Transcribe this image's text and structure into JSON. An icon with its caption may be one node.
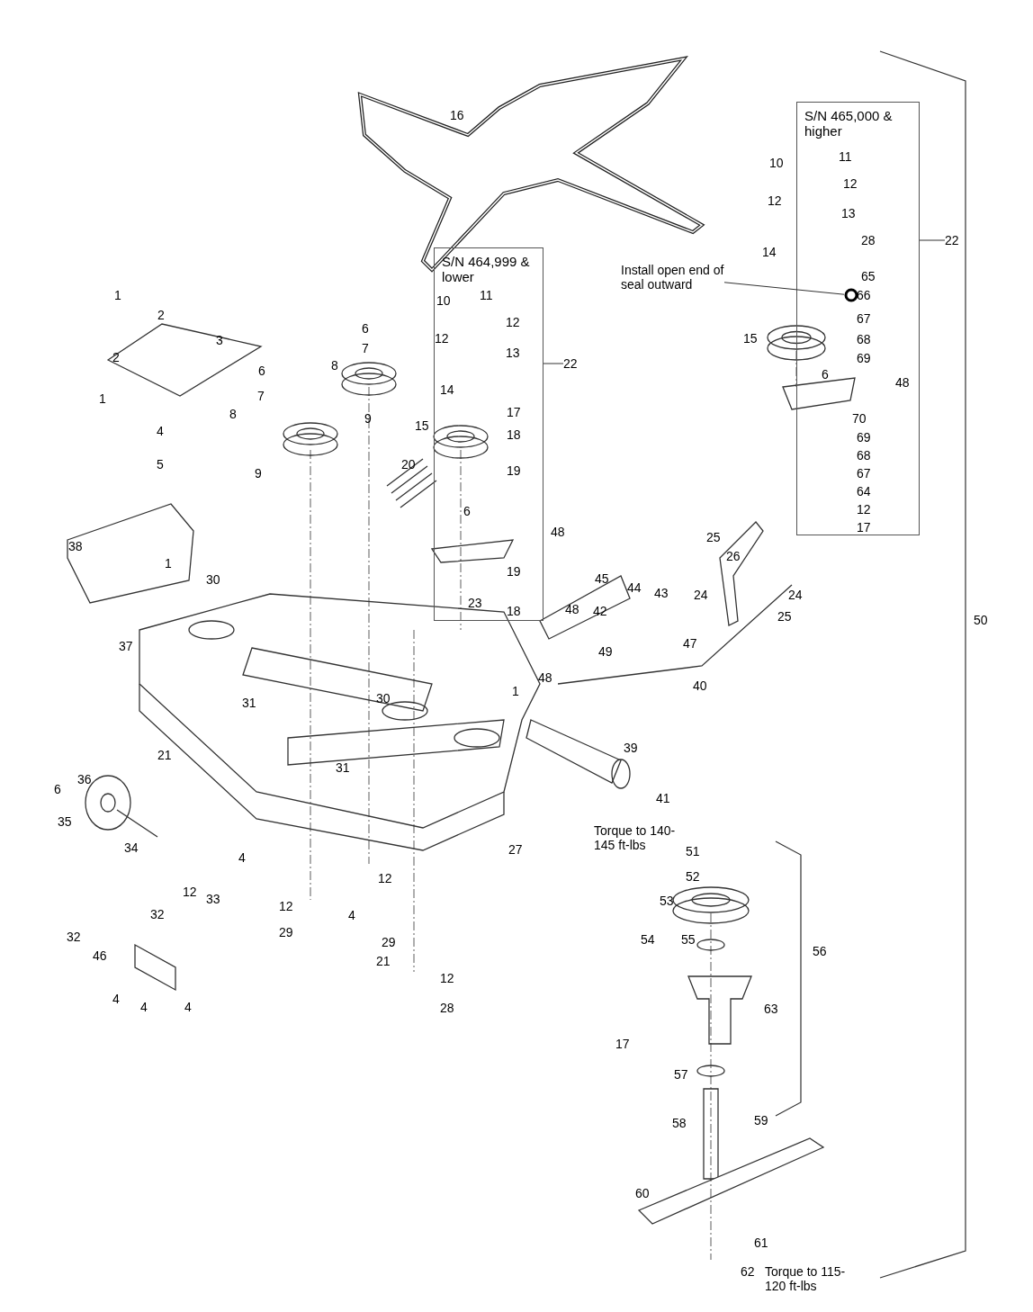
{
  "diagram": {
    "nodes": [
      {
        "text": [
          "S/N 465,000 & higher"
        ]
      },
      {
        "text": [
          "S/N 464,999 & lower"
        ]
      },
      {
        "text": [
          "22"
        ]
      },
      {
        "text": [
          "22"
        ]
      },
      {
        "text": [
          "Install open end of seal outward"
        ]
      },
      {
        "text": [],
        "shape": "circle",
        "in": 0
      }
    ],
    "edges": [
      {
        "from": 2,
        "to": 0,
        "arrow": "none"
      },
      {
        "from": 3,
        "to": 1,
        "arrow": "none"
      },
      {
        "from": 4,
        "to": 5,
        "arrow": "none"
      }
    ],
    "labels": [
      "16",
      "10",
      "11",
      "12",
      "12",
      "13",
      "28",
      "14",
      "65",
      "66",
      "67",
      "15",
      "68",
      "69",
      "6",
      "48",
      "70",
      "69",
      "68",
      "67",
      "64",
      "12",
      "17",
      "10",
      "11",
      "12",
      "12",
      "13",
      "14",
      "15",
      "17",
      "18",
      "19",
      "6",
      "48",
      "19",
      "23",
      "18",
      "1",
      "2",
      "3",
      "2",
      "1",
      "4",
      "5",
      "6",
      "7",
      "8",
      "6",
      "7",
      "8",
      "9",
      "9",
      "20",
      "38",
      "1",
      "30",
      "37",
      "31",
      "21",
      "6",
      "36",
      "35",
      "34",
      "4",
      "12",
      "33",
      "32",
      "32",
      "46",
      "4",
      "4",
      "4",
      "12",
      "29",
      "4",
      "12",
      "29",
      "21",
      "12",
      "28",
      "31",
      "30",
      "27",
      "45",
      "44",
      "43",
      "42",
      "47",
      "48",
      "49",
      "48",
      "1",
      "40",
      "39",
      "41",
      "25",
      "26",
      "24",
      "24",
      "25",
      "50",
      "Torque to 140-145 ft-lbs",
      "51",
      "52",
      "53",
      "54",
      "55",
      "56",
      "63",
      "17",
      "57",
      "58",
      "59",
      "60",
      "61",
      "62",
      "Torque to 115-120 ft-lbs"
    ]
  }
}
